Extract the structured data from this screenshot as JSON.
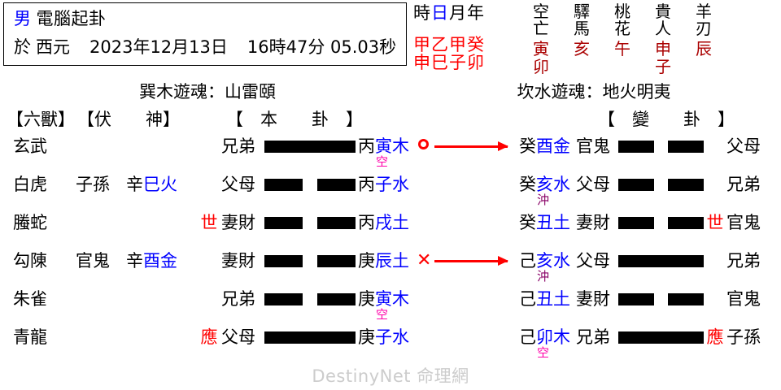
{
  "header": {
    "gender": "男",
    "method": "電腦起卦",
    "prefix_at": "於",
    "era": "西元",
    "date": "2023年12月13日",
    "time": "16時47分 05.03秒"
  },
  "pillars": {
    "labels": [
      "時",
      "日",
      "月",
      "年"
    ],
    "label_highlight_index": 1,
    "stems": [
      "甲",
      "乙",
      "甲",
      "癸"
    ],
    "branches": [
      "申",
      "巳",
      "子",
      "卯"
    ],
    "stems_text": "甲乙甲癸",
    "branches_text": "申巳子卯"
  },
  "shensha": [
    {
      "line1": "空",
      "line2": "亡",
      "value1": "寅",
      "value2": "卯"
    },
    {
      "line1": "驛",
      "line2": "馬",
      "value1": "亥",
      "value2": ""
    },
    {
      "line1": "桃",
      "line2": "花",
      "value1": "午",
      "value2": ""
    },
    {
      "line1": "貴",
      "line2": "人",
      "value1": "申",
      "value2": "子"
    },
    {
      "line1": "羊",
      "line2": "刃",
      "value1": "辰",
      "value2": ""
    }
  ],
  "gua": {
    "ben_title": "巽木遊魂：山雷頤",
    "bian_title": "坎水遊魂：地火明夷"
  },
  "column_headers": {
    "beast": "【六獸】",
    "hidden": "【伏　　神】",
    "ben": "【　本　　卦　】",
    "bian": "【　變　　卦　】"
  },
  "rows": [
    {
      "beast": "玄武",
      "hidden_relation": "",
      "hidden_ganzhi": "",
      "hidden_stem": "",
      "hidden_branch": "",
      "shiying_left": "",
      "relation_left": "兄弟",
      "line_left": "yang",
      "stem_left": "丙",
      "branch_left": "寅木",
      "annot_left": "空",
      "annot_left_color": "#ff00aa",
      "marker": "circle",
      "stem_right": "癸",
      "branch_right": "酉金",
      "annot_right": "",
      "relation_right": "官鬼",
      "line_right": "yin",
      "shiying_right": "",
      "relation_right2": "父母"
    },
    {
      "beast": "白虎",
      "hidden_relation": "子孫",
      "hidden_stem": "辛",
      "hidden_branch": "巳火",
      "shiying_left": "",
      "relation_left": "父母",
      "line_left": "yin",
      "stem_left": "丙",
      "branch_left": "子水",
      "annot_left": "",
      "annot_left_color": "",
      "marker": "",
      "stem_right": "癸",
      "branch_right": "亥水",
      "annot_right": "沖",
      "annot_right_color": "#880066",
      "relation_right": "父母",
      "line_right": "yin",
      "shiying_right": "",
      "relation_right2": "兄弟"
    },
    {
      "beast": "螣蛇",
      "hidden_relation": "",
      "hidden_stem": "",
      "hidden_branch": "",
      "shiying_left": "世",
      "relation_left": "妻財",
      "line_left": "yin",
      "stem_left": "丙",
      "branch_left": "戌土",
      "annot_left": "",
      "annot_left_color": "",
      "marker": "",
      "stem_right": "癸",
      "branch_right": "丑土",
      "annot_right": "",
      "annot_right_color": "",
      "relation_right": "妻財",
      "line_right": "yin",
      "shiying_right": "世",
      "relation_right2": "官鬼"
    },
    {
      "beast": "勾陳",
      "hidden_relation": "官鬼",
      "hidden_stem": "辛",
      "hidden_branch": "酉金",
      "shiying_left": "",
      "relation_left": "妻財",
      "line_left": "yin",
      "stem_left": "庚",
      "branch_left": "辰土",
      "annot_left": "",
      "annot_left_color": "",
      "marker": "cross",
      "stem_right": "己",
      "branch_right": "亥水",
      "annot_right": "沖",
      "annot_right_color": "#880066",
      "relation_right": "父母",
      "line_right": "yang",
      "shiying_right": "",
      "relation_right2": "兄弟"
    },
    {
      "beast": "朱雀",
      "hidden_relation": "",
      "hidden_stem": "",
      "hidden_branch": "",
      "shiying_left": "",
      "relation_left": "兄弟",
      "line_left": "yin",
      "stem_left": "庚",
      "branch_left": "寅木",
      "annot_left": "空",
      "annot_left_color": "#ff00aa",
      "marker": "",
      "stem_right": "己",
      "branch_right": "丑土",
      "annot_right": "",
      "annot_right_color": "",
      "relation_right": "妻財",
      "line_right": "yin",
      "shiying_right": "",
      "relation_right2": "官鬼"
    },
    {
      "beast": "青龍",
      "hidden_relation": "",
      "hidden_stem": "",
      "hidden_branch": "",
      "shiying_left": "應",
      "relation_left": "父母",
      "line_left": "yang",
      "stem_left": "庚",
      "branch_left": "子水",
      "annot_left": "",
      "annot_left_color": "",
      "marker": "",
      "stem_right": "己",
      "branch_right": "卯木",
      "annot_right": "空",
      "annot_right_color": "#ff00aa",
      "relation_right": "兄弟",
      "line_right": "yang",
      "shiying_right": "應",
      "relation_right2": "子孫"
    }
  ],
  "watermark": "DestinyNet 命理網",
  "colors": {
    "branch_blue": "#0000ff",
    "marker_red": "#ff0000",
    "shensha_red": "#aa0000",
    "kong_magenta": "#ff00aa",
    "chong_purple": "#880066",
    "watermark_gray": "#cccccc"
  }
}
